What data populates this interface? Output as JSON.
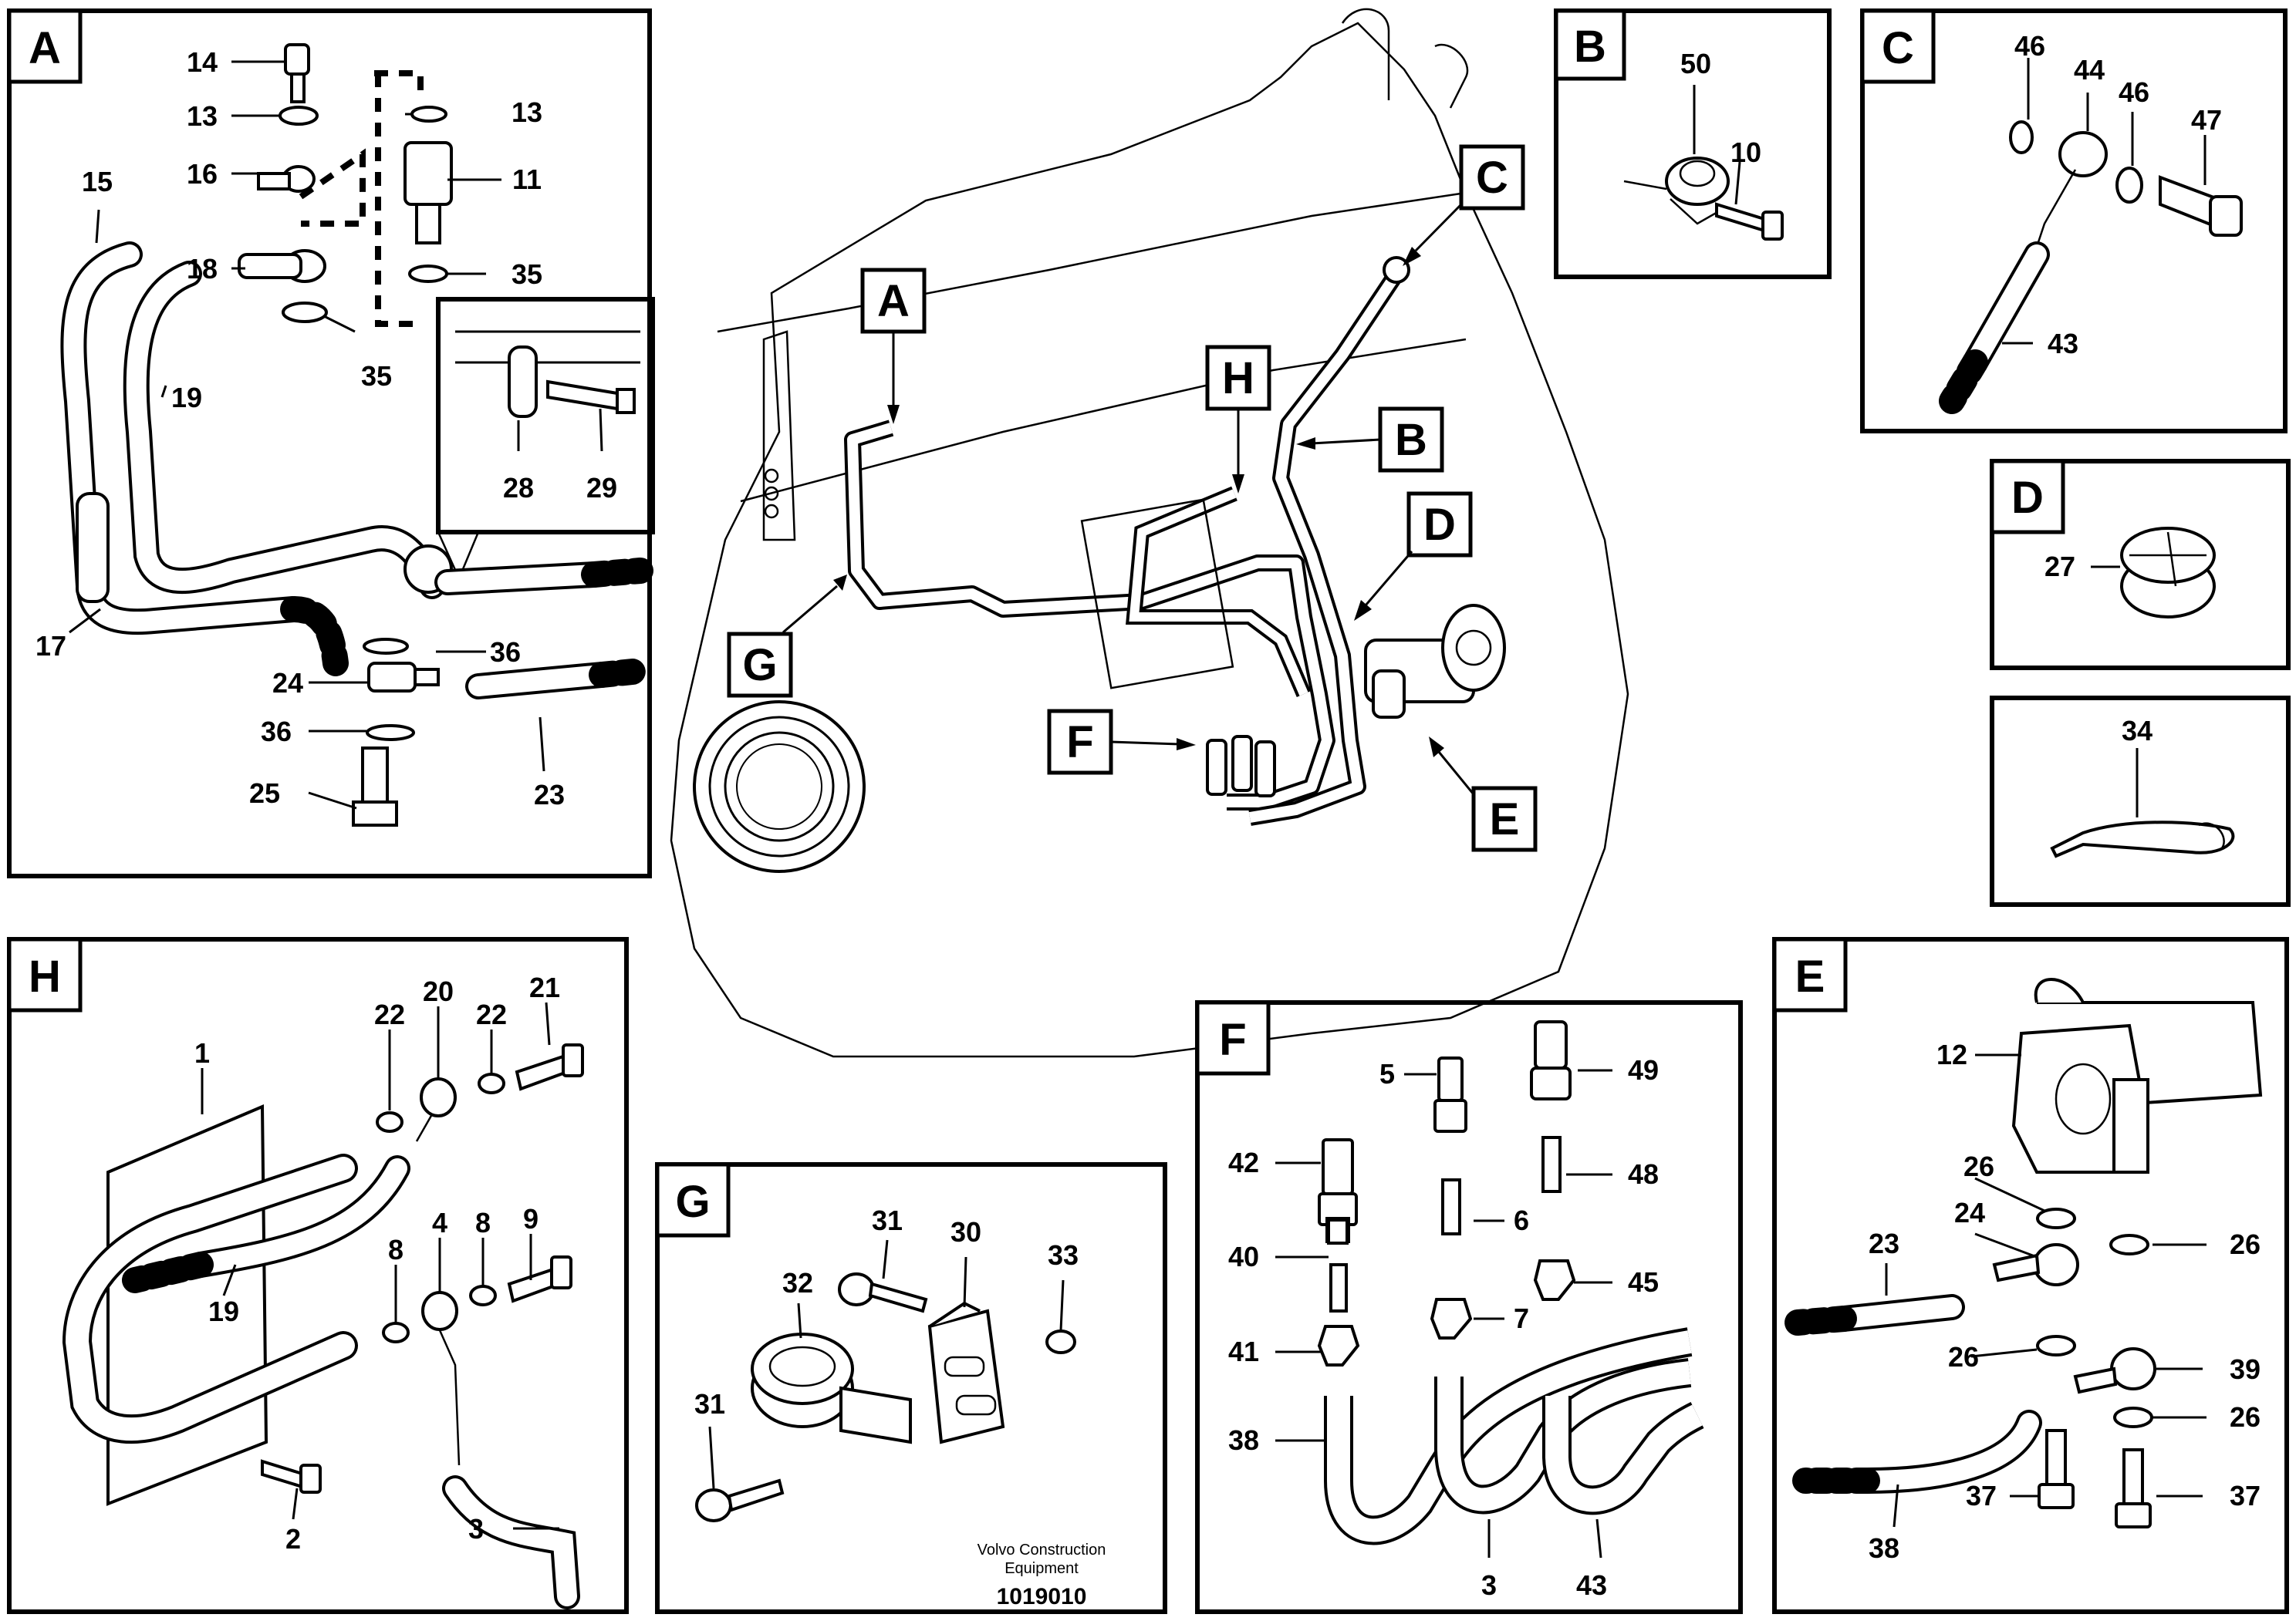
{
  "panels": {
    "A": {
      "tag": "A",
      "labels": [
        "14",
        "13",
        "16",
        "15",
        "18",
        "19",
        "35",
        "13",
        "11",
        "35",
        "28",
        "29",
        "17",
        "36",
        "24",
        "36",
        "25",
        "23"
      ]
    },
    "B": {
      "tag": "B",
      "labels": [
        "50",
        "10"
      ]
    },
    "C": {
      "tag": "C",
      "labels": [
        "46",
        "44",
        "46",
        "47",
        "43"
      ]
    },
    "D": {
      "tag": "D",
      "labels": [
        "27"
      ]
    },
    "E": {
      "tag": "E",
      "labels": [
        "12",
        "26",
        "24",
        "23",
        "26",
        "26",
        "39",
        "26",
        "37",
        "37",
        "38"
      ]
    },
    "F": {
      "tag": "F",
      "labels": [
        "5",
        "49",
        "42",
        "48",
        "6",
        "40",
        "7",
        "45",
        "41",
        "38",
        "3",
        "43"
      ]
    },
    "G": {
      "tag": "G",
      "labels": [
        "31",
        "30",
        "33",
        "32",
        "31"
      ]
    },
    "H": {
      "tag": "H",
      "labels": [
        "22",
        "20",
        "22",
        "21",
        "1",
        "9",
        "8",
        "4",
        "8",
        "19",
        "2",
        "3"
      ]
    },
    "S": {
      "tag": "",
      "labels": [
        "34"
      ]
    }
  },
  "engine_callouts": [
    "A",
    "H",
    "C",
    "B",
    "D",
    "G",
    "F",
    "E"
  ],
  "footer": {
    "company_line1": "Volvo Construction",
    "company_line2": "Equipment",
    "drawing_number": "1019010"
  }
}
